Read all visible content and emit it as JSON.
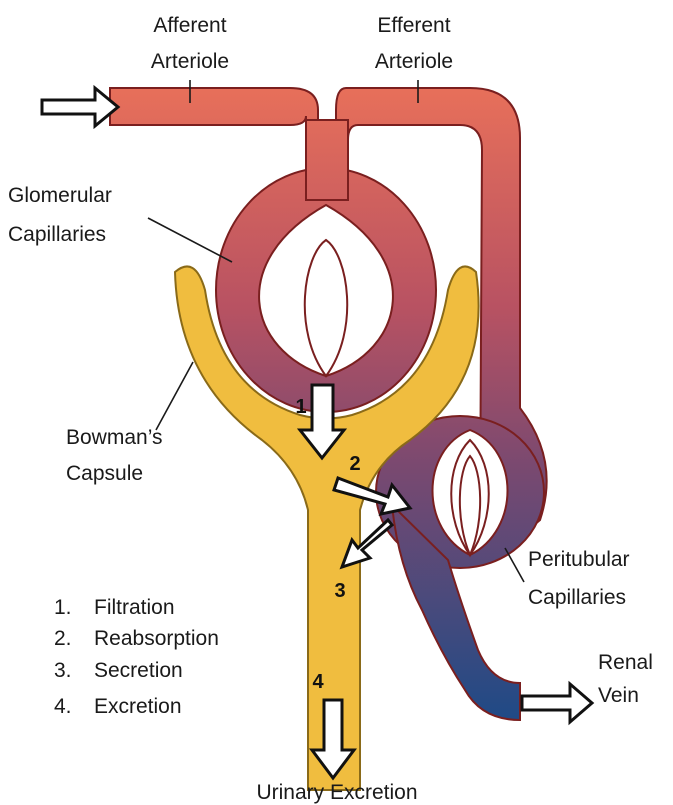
{
  "labels": {
    "afferent_line1": "Afferent",
    "afferent_line2": "Arteriole",
    "efferent_line1": "Efferent",
    "efferent_line2": "Arteriole",
    "glomerular_line1": "Glomerular",
    "glomerular_line2": "Capillaries",
    "bowmans_line1": "Bowman’s",
    "bowmans_line2": "Capsule",
    "peritubular_line1": "Peritubular",
    "peritubular_line2": "Capillaries",
    "renal_line1": "Renal",
    "renal_line2": "Vein",
    "urinary": "Urinary Excretion"
  },
  "markers": {
    "m1": "1",
    "m2": "2",
    "m3": "3",
    "m4": "4"
  },
  "legend": [
    {
      "num": "1.",
      "text": "Filtration"
    },
    {
      "num": "2.",
      "text": "Reabsorption"
    },
    {
      "num": "3.",
      "text": "Secretion"
    },
    {
      "num": "4.",
      "text": "Excretion"
    }
  ],
  "colors": {
    "arterial_red": "#e8705a",
    "venous_blue": "#274a86",
    "tubule_yellow": "#f0bd3f"
  }
}
